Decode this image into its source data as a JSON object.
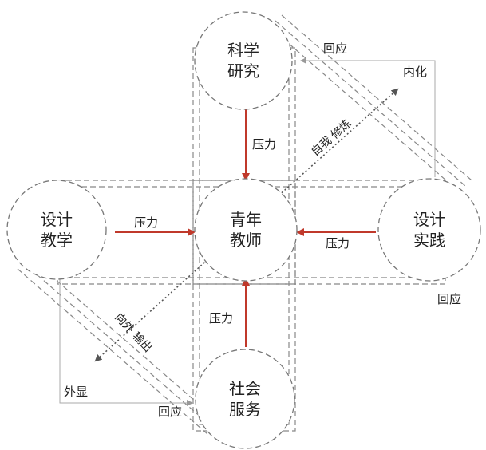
{
  "nodes": {
    "research": {
      "lines": [
        "科学",
        "研究"
      ]
    },
    "teaching": {
      "lines": [
        "设计",
        "教学"
      ]
    },
    "center": {
      "lines": [
        "青年",
        "教师"
      ]
    },
    "practice": {
      "lines": [
        "设计",
        "实践"
      ]
    },
    "service": {
      "lines": [
        "社会",
        "服务"
      ]
    }
  },
  "edge_labels": {
    "pressure_top": "压力",
    "pressure_left": "压力",
    "pressure_right": "压力",
    "pressure_bottom": "压力",
    "feedback_top": "回应",
    "feedback_right": "回应",
    "feedback_bottom": "回应",
    "internalize": "内化",
    "externalize": "外显",
    "self_cultivation": "自我 修炼",
    "outward_output": "向外 输出"
  },
  "colors": {
    "pressure_arrow": "#c0392b",
    "dashed_outline": "#888888",
    "dotted_arrow": "#555555",
    "thin_connector": "#aaaaaa",
    "text": "#222222"
  }
}
